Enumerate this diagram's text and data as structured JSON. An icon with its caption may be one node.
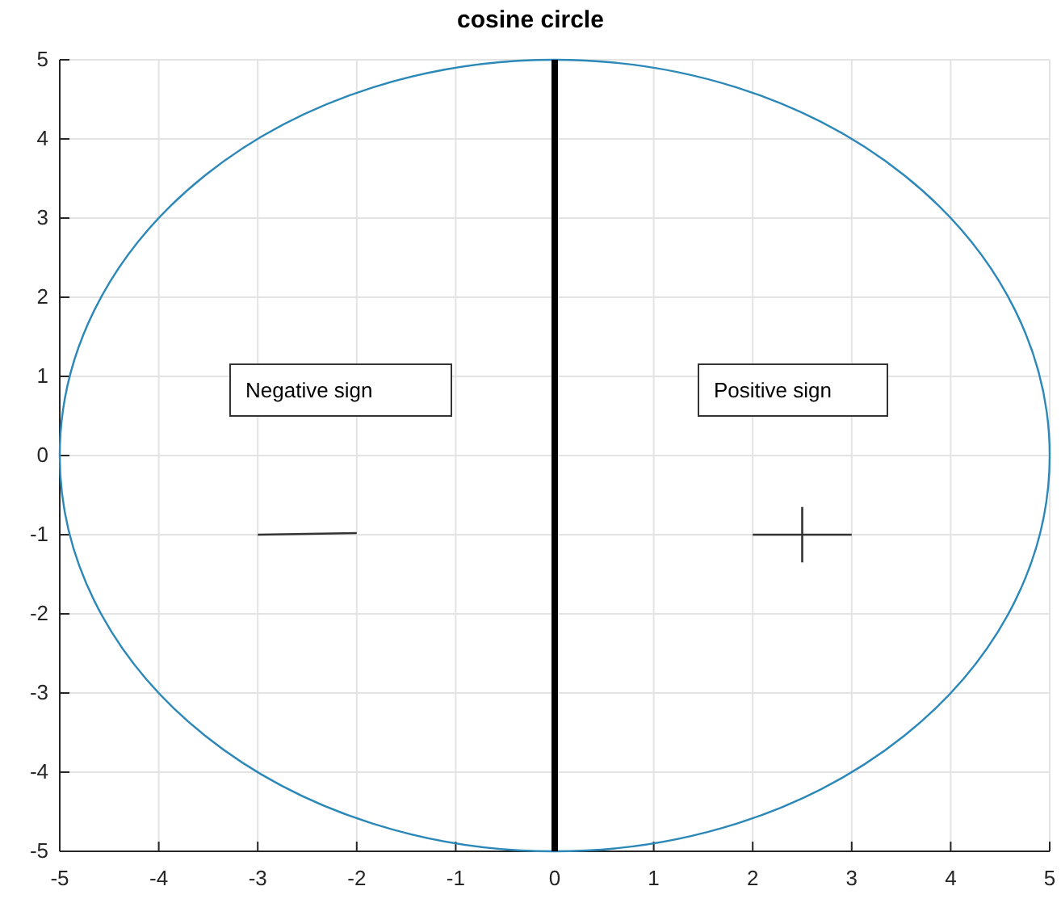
{
  "diagram": {
    "title": "cosine circle",
    "nodes": [
      {
        "text": [
          "Negative sign"
        ]
      },
      {
        "text": [
          "Positive sign"
        ]
      }
    ],
    "labels": [
      "5",
      "4",
      "3",
      "2",
      "1",
      "0",
      "-1",
      "-2",
      "-3",
      "-4",
      "-5",
      "-5",
      "-4",
      "-3",
      "-2",
      "-1",
      "0",
      "1",
      "2",
      "3",
      "4",
      "5"
    ]
  }
}
